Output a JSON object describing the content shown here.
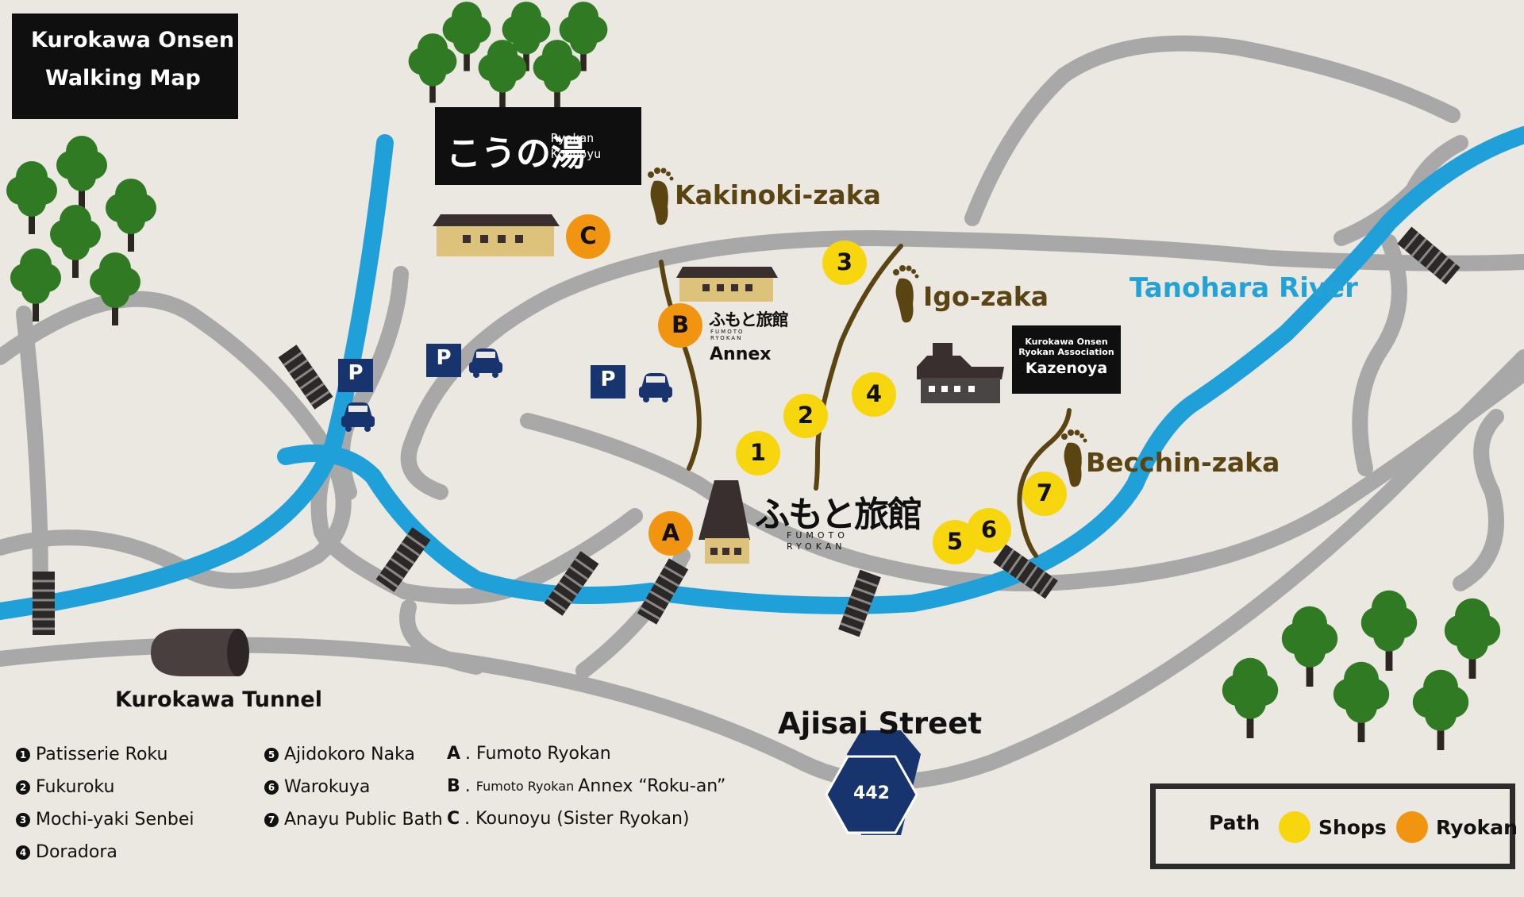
{
  "title": {
    "line1": "Kurokawa Onsen",
    "line2": "Walking Map",
    "foot_icon": "footprint-icon",
    "onsen_icon": "hot-spring-icon"
  },
  "kounoyu_sign": {
    "logo_text": "こうの湯",
    "sub1": "Ryokan",
    "sub2": "Kounoyu"
  },
  "slopes": [
    "Kakinoki-zaka",
    "Igo-zaka",
    "Becchin-zaka"
  ],
  "river": "Tanohara River",
  "tunnel": "Kurokawa Tunnel",
  "street": "Ajisai Street",
  "route_number": "442",
  "kazenoya_sign": {
    "line1": "Kurokawa Onsen",
    "line2": "Ryokan Association",
    "line3": "Kazenoya"
  },
  "fumoto_logo": {
    "kanji": "ふもと旅館",
    "roman1": "FUMOTO",
    "roman2": "RYOKAN"
  },
  "annex_logo": {
    "kanji": "ふもと旅館",
    "roman1": "FUMOTO",
    "roman2": "RYOKAN",
    "label": "Annex"
  },
  "parking_label": "P",
  "shop_markers": [
    "1",
    "2",
    "3",
    "4",
    "5",
    "6",
    "7"
  ],
  "ryokan_markers": [
    "A",
    "B",
    "C"
  ],
  "shops": [
    {
      "num": "1",
      "name": "Patisserie Roku"
    },
    {
      "num": "2",
      "name": "Fukuroku"
    },
    {
      "num": "3",
      "name": "Mochi-yaki Senbei"
    },
    {
      "num": "4",
      "name": "Doradora"
    },
    {
      "num": "5",
      "name": "Ajidokoro Naka"
    },
    {
      "num": "6",
      "name": "Warokuya"
    },
    {
      "num": "7",
      "name": "Anayu Public Bath"
    }
  ],
  "ryokans": [
    {
      "letter": "A",
      "prefix": ". ",
      "small": "",
      "name": "Fumoto Ryokan"
    },
    {
      "letter": "B",
      "prefix": ". ",
      "small": "Fumoto Ryokan ",
      "name": "Annex “Roku-an”"
    },
    {
      "letter": "C",
      "prefix": ". ",
      "small": "",
      "name": "Kounoyu (Sister Ryokan)"
    }
  ],
  "key": {
    "path": "Path",
    "shops": "Shops",
    "ryokan": "Ryokan"
  },
  "colors": {
    "background": "#ebe7e1",
    "road": "#a8a8a8",
    "river": "#1fa0d8",
    "shop": "#f7d60e",
    "ryokan": "#f19510",
    "slope_path": "#5a4512",
    "tree": "#2f7a22",
    "navy": "#17346e",
    "sign": "#0f0f0f"
  }
}
